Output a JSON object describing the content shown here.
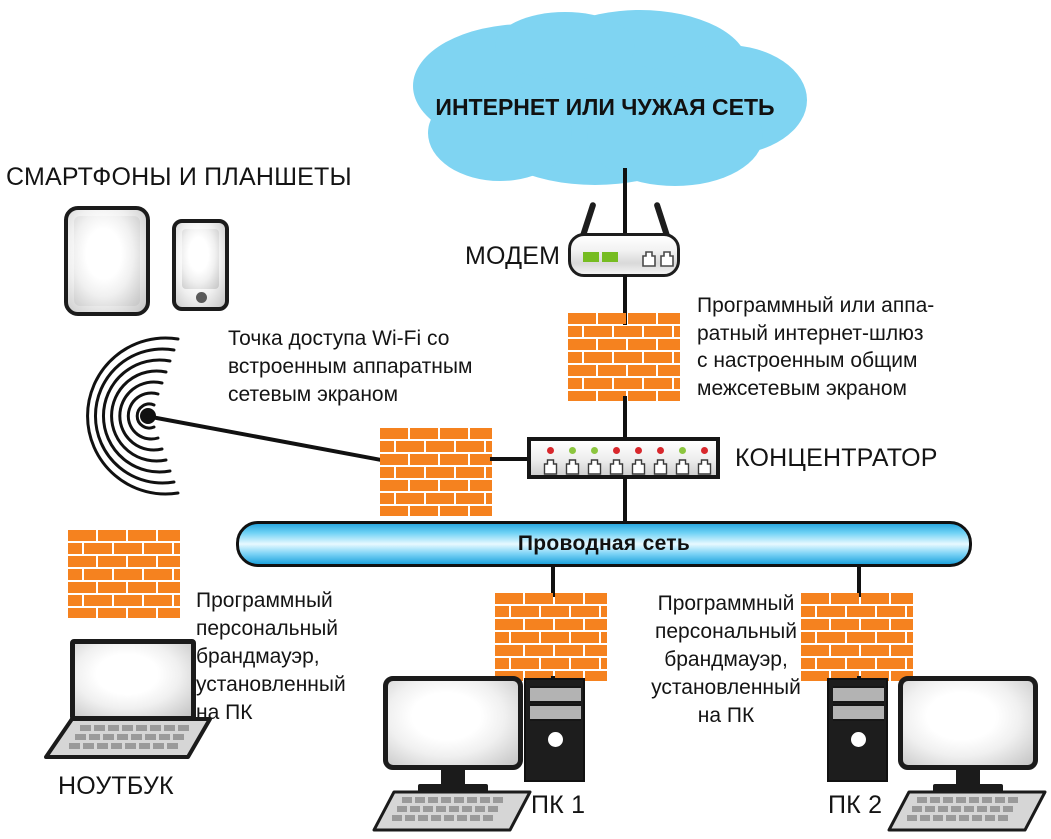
{
  "diagram": {
    "title_cloud": "ИНТЕРНЕТ ИЛИ ЧУЖАЯ СЕТЬ",
    "labels": {
      "smartphones": "СМАРТФОНЫ И ПЛАНШЕТЫ",
      "modem": "МОДЕМ",
      "gateway_note": "Программный или аппа-\nратный интернет-шлюз\nс настроенным общим\nмежсетевым экраном",
      "wifi_note": "Точка доступа Wi-Fi со\nвстроенным аппаратным\nсетевым экраном",
      "hub": "КОНЦЕНТРАТОР",
      "wired_network": "Проводная сеть",
      "firewall_left": "Программный\nперсональный\nбрандмауэр,\nустановленный\nна ПК",
      "firewall_right": "Программный\nперсональный\nбрандмауэр,\nустановленный\nна ПК",
      "laptop": "НОУТБУК",
      "pc1": "ПК 1",
      "pc2": "ПК 2"
    },
    "hub_leds": [
      "red",
      "green",
      "green",
      "red",
      "red",
      "red",
      "green",
      "red"
    ],
    "hub_port_count": 8,
    "modem_antennas": 2,
    "modem_led_count": 2,
    "modem_port_count": 2,
    "colors": {
      "cloud": "#7FD4F2",
      "brick": "#F5821F",
      "brick_mortar": "#FDF3D2",
      "wired_bar_light": "#E8F9FF",
      "wired_bar_dark": "#1FA3DD",
      "led_red": "#D8272C",
      "led_green": "#8CC63F",
      "modem_led": "#76BC21",
      "line": "#111111",
      "text": "#141414",
      "tower": "#1D1D1D",
      "bay": "#B3B3B3"
    },
    "brick_walls": [
      {
        "name": "gateway-firewall",
        "rows": 7
      },
      {
        "name": "wifi-firewall",
        "rows": 7
      },
      {
        "name": "laptop-firewall",
        "rows": 7
      },
      {
        "name": "pc1-firewall",
        "rows": 7
      },
      {
        "name": "pc2-firewall",
        "rows": 7
      }
    ],
    "wifi_arc_count": 7
  }
}
